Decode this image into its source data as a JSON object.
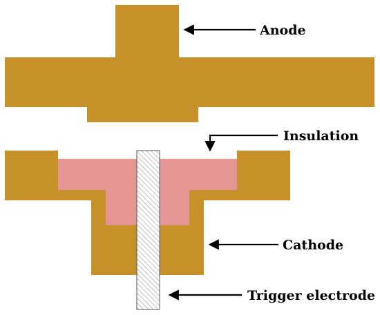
{
  "labels": {
    "anode": "Anode",
    "insulation": "Insulation",
    "cathode": "Cathode",
    "trigger": "Trigger electrode"
  },
  "colors": {
    "electrode": "#C7912A",
    "insulation": "#E59593",
    "trigger_fill": "#FFFFFF",
    "trigger_hatch": "#9A9A9A",
    "trigger_border": "#555555",
    "arrow": "#000000",
    "text": "#000000"
  },
  "icons": {
    "arrow": "arrow-left-icon",
    "bent_arrow": "arrow-down-elbow-icon"
  }
}
